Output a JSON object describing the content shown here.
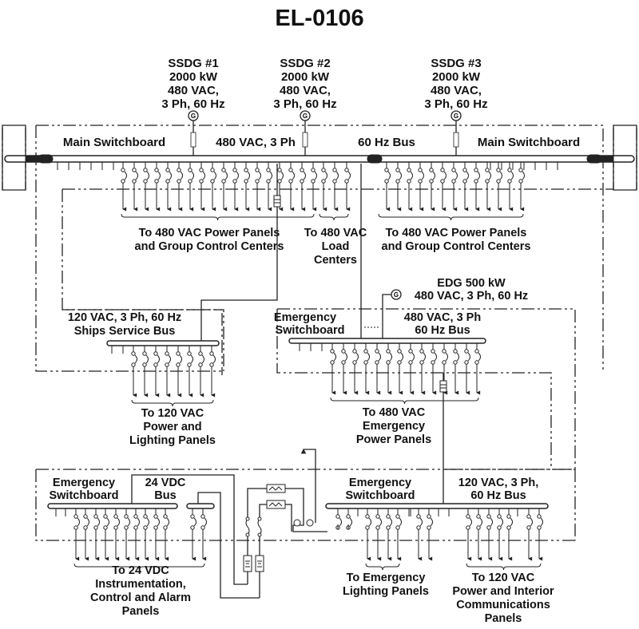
{
  "title": "EL-0106",
  "generators": [
    {
      "name": "SSDG #1",
      "rating": "2000 kW",
      "voltage": "480 VAC,",
      "phase": "3 Ph, 60 Hz"
    },
    {
      "name": "SSDG #2",
      "rating": "2000 kW",
      "voltage": "480 VAC,",
      "phase": "3 Ph, 60 Hz"
    },
    {
      "name": "SSDG #3",
      "rating": "2000 kW",
      "voltage": "480 VAC,",
      "phase": "3 Ph, 60 Hz"
    }
  ],
  "generator_symbol": "G",
  "main_switchboard": {
    "left_label": "Main Switchboard",
    "bus_label_1": "480 VAC, 3 Ph",
    "bus_label_2": "60 Hz Bus",
    "right_label": "Main Switchboard",
    "loads": [
      {
        "line1": "To 480 VAC Power Panels",
        "line2": "and Group Control Centers"
      },
      {
        "line1": "To 480 VAC",
        "line2": "Load",
        "line3": "Centers"
      },
      {
        "line1": "To 480 VAC Power Panels",
        "line2": "and Group Control Centers"
      }
    ]
  },
  "ships_service_bus": {
    "label_1": "120 VAC, 3 Ph, 60 Hz",
    "label_2": "Ships Service Bus",
    "load": {
      "line1": "To 120 VAC",
      "line2": "Power and",
      "line3": "Lighting Panels"
    }
  },
  "edg": {
    "line1": "EDG 500 kW",
    "line2": "480 VAC, 3 Ph, 60 Hz"
  },
  "emergency_480": {
    "label_1": "Emergency",
    "label_2": "Switchboard",
    "bus_1": "480 VAC, 3 Ph",
    "bus_2": "60 Hz Bus",
    "load": {
      "line1": "To 480 VAC",
      "line2": "Emergency",
      "line3": "Power Panels"
    }
  },
  "emergency_24vdc": {
    "label_1": "Emergency",
    "label_2": "Switchboard",
    "bus_1": "24 VDC",
    "bus_2": "Bus",
    "load": {
      "line1": "To 24 VDC",
      "line2": "Instrumentation,",
      "line3": "Control and Alarm",
      "line4": "Panels"
    }
  },
  "emergency_120": {
    "label_1": "Emergency",
    "label_2": "Switchboard",
    "bus_1": "120 VAC, 3 Ph,",
    "bus_2": "60 Hz Bus",
    "load_lighting": {
      "line1": "To Emergency",
      "line2": "Lighting Panels"
    },
    "load_power": {
      "line1": "To 120 VAC",
      "line2": "Power and Interior",
      "line3": "Communications",
      "line4": "Panels"
    }
  }
}
